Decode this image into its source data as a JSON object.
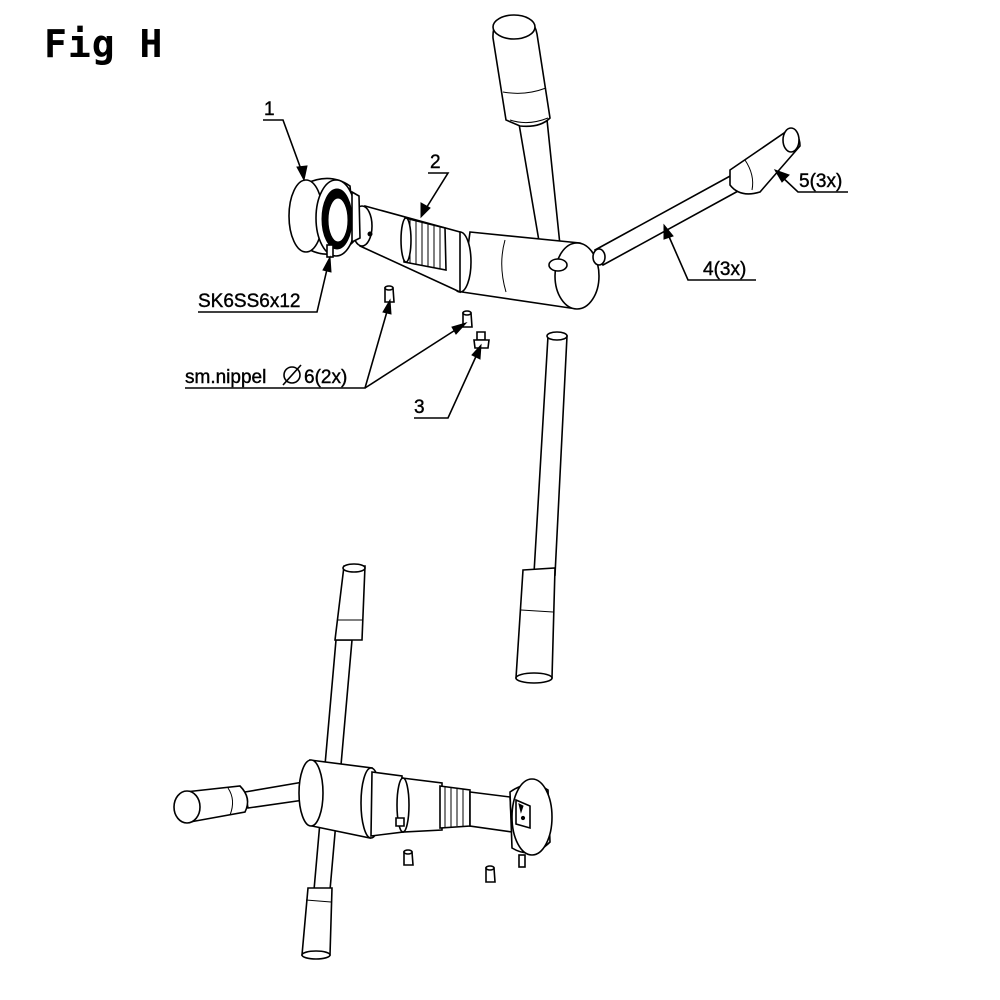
{
  "figure": {
    "title": "Fig H",
    "labels": {
      "item1": "1",
      "item2": "2",
      "item3": "3",
      "item4": "4(3x)",
      "item5": "5(3x)",
      "screw": "SK6SS6x12",
      "nipple": "sm.nippel",
      "nipple_size": "6(2x)"
    }
  }
}
